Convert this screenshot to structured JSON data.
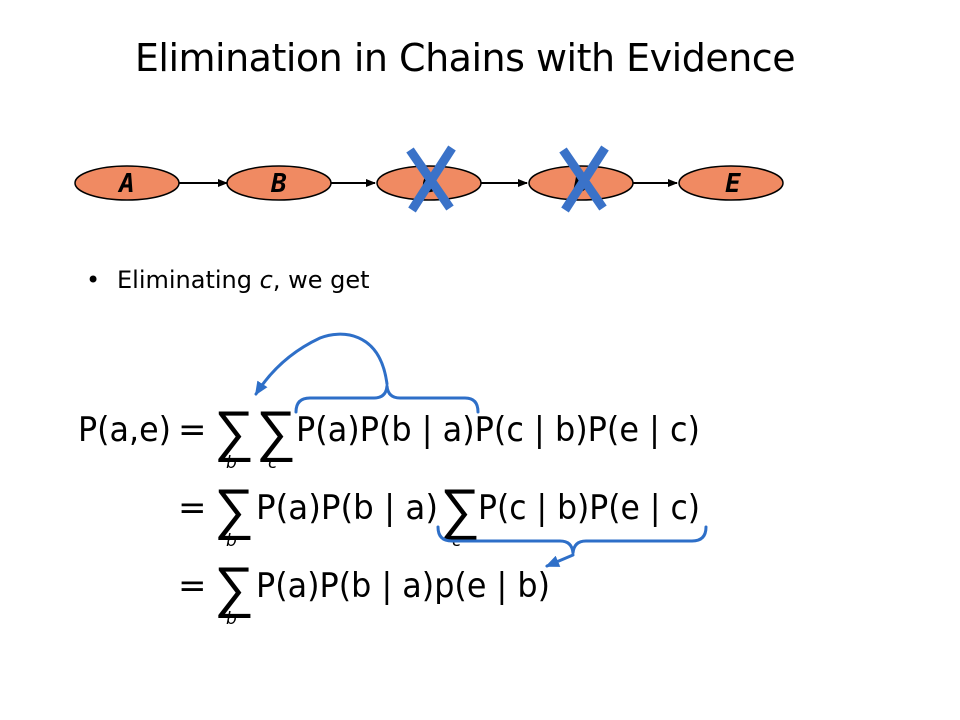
{
  "title": "Elimination in Chains with Evidence",
  "network": {
    "nodes": [
      "A",
      "B",
      "C",
      "D",
      "E"
    ],
    "fill_color": "#F08A62",
    "stroke_color": "#000000",
    "cross_color": "#3A72C8",
    "eliminated": [
      "C",
      "D"
    ]
  },
  "bullet": {
    "prefix": "Eliminating ",
    "variable": "c",
    "suffix": ", we get"
  },
  "equations": {
    "line1": {
      "lhs": "P(a,e)",
      "eq": "=",
      "sum1": "∑",
      "sub1": "b",
      "sum2": "∑",
      "sub2": "c",
      "rhs": "P(a)P(b | a)P(c | b)P(e | c)"
    },
    "line2": {
      "eq": "=",
      "sum1": "∑",
      "sub1": "b",
      "rhs_a": "P(a)P(b | a)",
      "sum2": "∑",
      "sub2": "c",
      "rhs_b": "P(c | b)P(e | c)"
    },
    "line3": {
      "eq": "=",
      "sum1": "∑",
      "sub1": "b",
      "rhs": "P(a)P(b | a)p(e | b)"
    }
  },
  "annotation_color": "#2E6FC8"
}
